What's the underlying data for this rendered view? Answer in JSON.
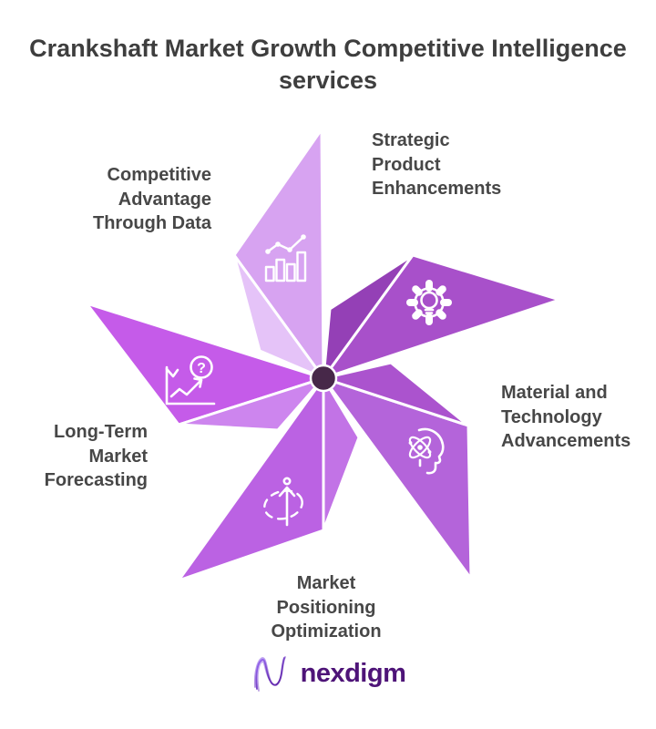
{
  "title": "Crankshaft Market Growth Competitive Intelligence\nservices",
  "hub_color": "#472849",
  "stroke_color": "#ffffff",
  "text_color": "#474747",
  "blades": [
    {
      "label": "Competitive\nAdvantage\nThrough Data",
      "icon": "bar-chart-trend-icon",
      "outer_color": "#d7a3f1",
      "sliver_color": "#e5c3f8"
    },
    {
      "label": "Strategic\nProduct\nEnhancements",
      "icon": "gear-lightbulb-icon",
      "outer_color": "#a850ca",
      "sliver_color": "#9440b6"
    },
    {
      "label": "Material and\nTechnology\nAdvancements",
      "icon": "atom-head-icon",
      "outer_color": "#b464da",
      "sliver_color": "#ab53ce"
    },
    {
      "label": "Market\nPositioning\nOptimization",
      "icon": "position-arrow-icon",
      "outer_color": "#bb62e3",
      "sliver_color": "#c273e6"
    },
    {
      "label": "Long-Term\nMarket\nForecasting",
      "icon": "chart-question-icon",
      "outer_color": "#c55be9",
      "sliver_color": "#cd85ee"
    }
  ],
  "icons": {
    "question_glyph": "?"
  },
  "logo": {
    "text": "nexdigm"
  }
}
